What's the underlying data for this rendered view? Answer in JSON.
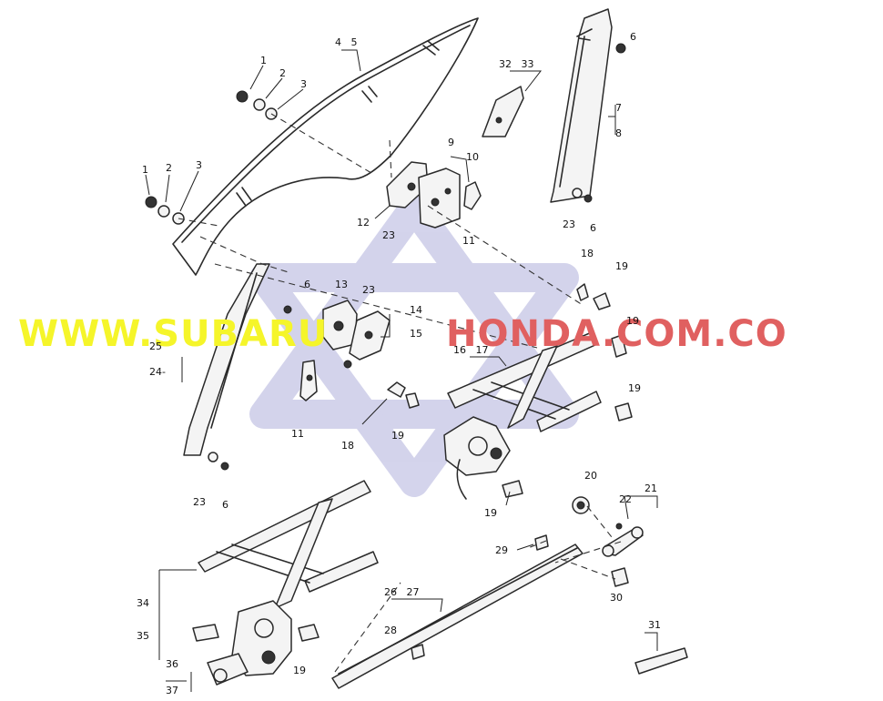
{
  "watermark": {
    "part_a": "WWW.SUBARU",
    "part_b": "HONDA.COM.CO",
    "color_a": "#f5f52a",
    "color_b": "#e06060",
    "star_color": "#b0b0dc"
  },
  "callouts": {
    "c1": "1",
    "c2": "2",
    "c3": "3",
    "c4_5": "4   5",
    "c1b": "1",
    "c2b": "2",
    "c3b": "3",
    "c6_top": "6",
    "c7": "7",
    "c8": "8",
    "c9": "9",
    "c10": "10",
    "c11_top": "11",
    "c12": "12",
    "c23_top": "23",
    "c32_33": "32   33",
    "c23_right": "23",
    "c6_right": "6",
    "c18_right": "18",
    "c19_right_a": "19",
    "c19_right_b": "19",
    "c19_right_c": "19",
    "c6_mid": "6",
    "c13": "13",
    "c23_mid": "23",
    "c14": "14",
    "c15": "15",
    "c16_17": "16   17",
    "c25": "25",
    "c24": "24-",
    "c11_mid": "11",
    "c18_mid": "18",
    "c19_mid": "19",
    "c23_low": "23",
    "c6_low": "6",
    "c19_motor": "19",
    "c20": "20",
    "c21": "21",
    "c22": "22",
    "c29": "29",
    "c30": "30",
    "c26_27": "26   27",
    "c28": "28",
    "c34": "34",
    "c35": "35",
    "c36": "36",
    "c37": "37",
    "c19_bottom": "19",
    "c31": "31"
  }
}
